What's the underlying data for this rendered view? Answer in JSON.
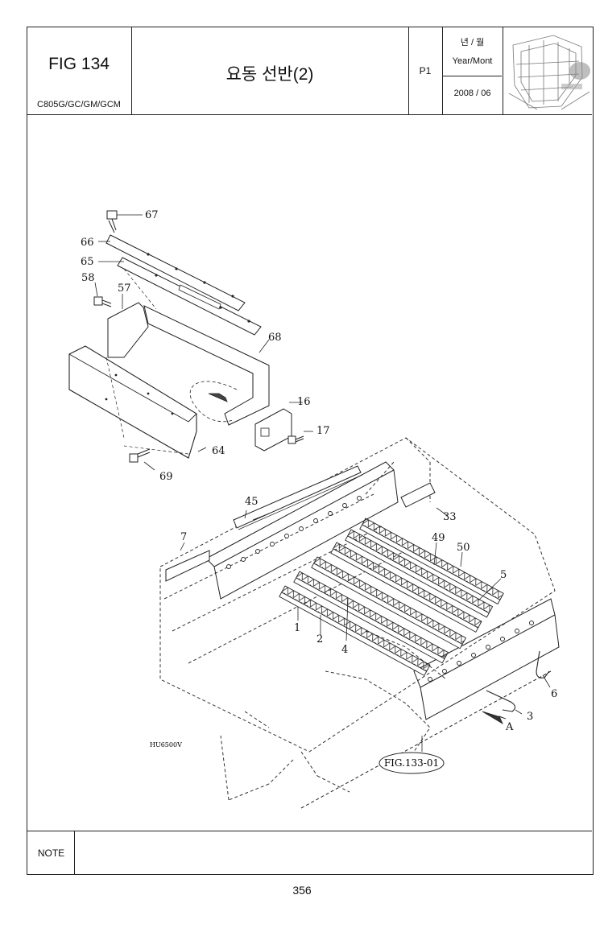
{
  "header": {
    "fig_label": "FIG 134",
    "model": "C805G/GC/GM/GCM",
    "title": "요동 선반(2)",
    "page": "P1",
    "year_month_kr": "년 / 월",
    "year_month_en": "Year/Mont",
    "date": "2008 / 06"
  },
  "diagram": {
    "callouts": [
      "67",
      "66",
      "65",
      "58",
      "57",
      "68",
      "16",
      "17",
      "64",
      "69",
      "45",
      "33",
      "7",
      "49",
      "50",
      "5",
      "1",
      "2",
      "4",
      "6",
      "3"
    ],
    "view_arrow": "A",
    "ref_figure": "FIG.133-01",
    "drawing_code": "HU6500V"
  },
  "footer": {
    "note_label": "NOTE",
    "page_number": "356"
  }
}
